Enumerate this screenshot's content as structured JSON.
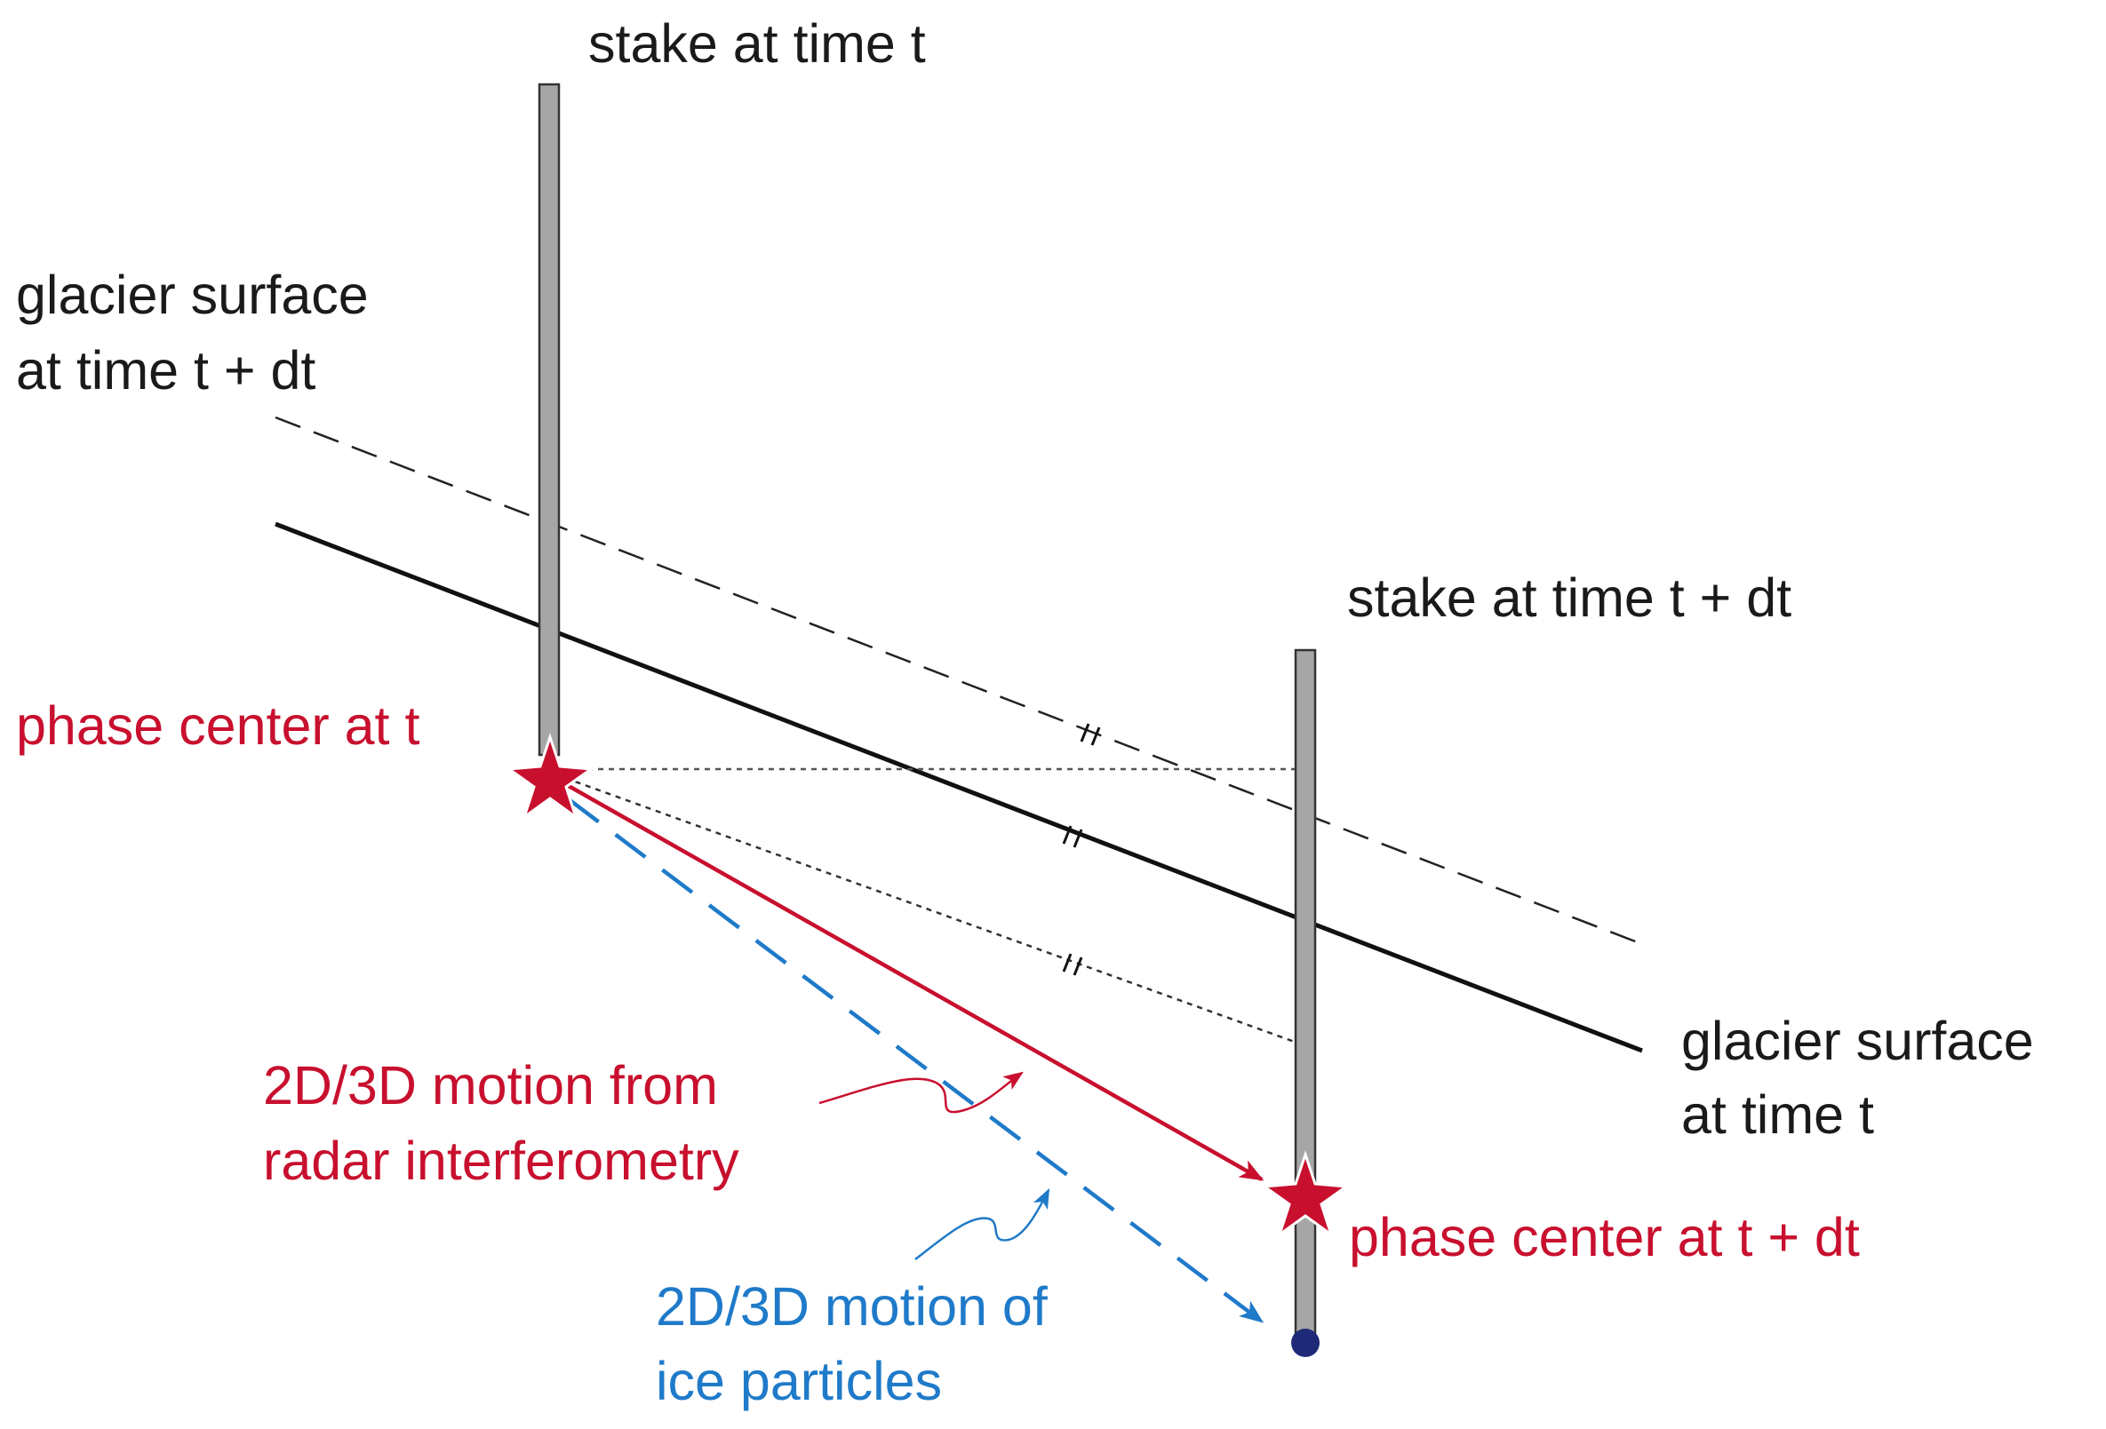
{
  "labels": {
    "stake_t": "stake at time t",
    "stake_tdt": "stake at time t + dt",
    "surface_tdt_line1": "glacier surface",
    "surface_tdt_line2": "at time t + dt",
    "surface_t_line1": "glacier surface",
    "surface_t_line2": "at time t",
    "phase_center_t": "phase center at t",
    "phase_center_tdt": "phase center at t + dt",
    "radar_line1": "2D/3D motion from",
    "radar_line2": "radar interferometry",
    "ice_line1": "2D/3D motion of",
    "ice_line2": "ice particles"
  },
  "colors": {
    "text": "#1a1a1a",
    "radar_motion": "#c8102e",
    "ice_motion": "#1f7ac9",
    "stake_fill": "#a6a6a6",
    "stake_outline": "#333333",
    "ice_particle": "#1e2a78",
    "star": "#c8102e"
  }
}
